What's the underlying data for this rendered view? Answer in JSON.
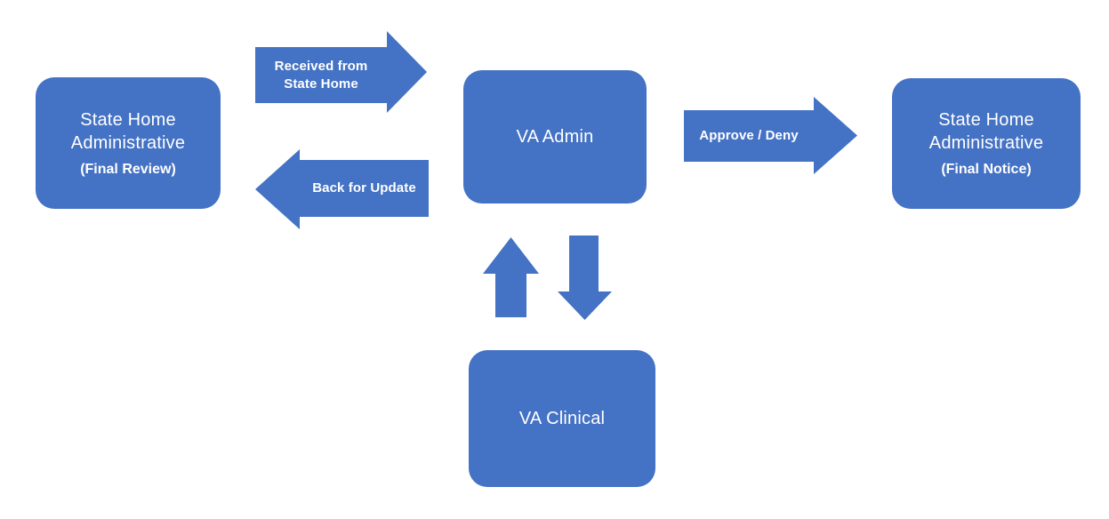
{
  "colors": {
    "accent": "#4472C4",
    "node_text": "#ffffff",
    "background": "#ffffff"
  },
  "nodes": {
    "state_home_review": {
      "title_line1": "State Home",
      "title_line2": "Administrative",
      "subtitle": "(Final Review)"
    },
    "va_admin": {
      "title": "VA Admin"
    },
    "state_home_notice": {
      "title_line1": "State Home",
      "title_line2": "Administrative",
      "subtitle": "(Final Notice)"
    },
    "va_clinical": {
      "title": "VA Clinical"
    }
  },
  "arrows": {
    "received_from_state_home": {
      "label_line1": "Received from",
      "label_line2": "State Home",
      "direction": "right"
    },
    "back_for_update": {
      "label": "Back for Update",
      "direction": "left"
    },
    "approve_deny": {
      "label": "Approve / Deny",
      "direction": "right"
    },
    "clinical_to_admin": {
      "direction": "up"
    },
    "admin_to_clinical": {
      "direction": "down"
    }
  }
}
